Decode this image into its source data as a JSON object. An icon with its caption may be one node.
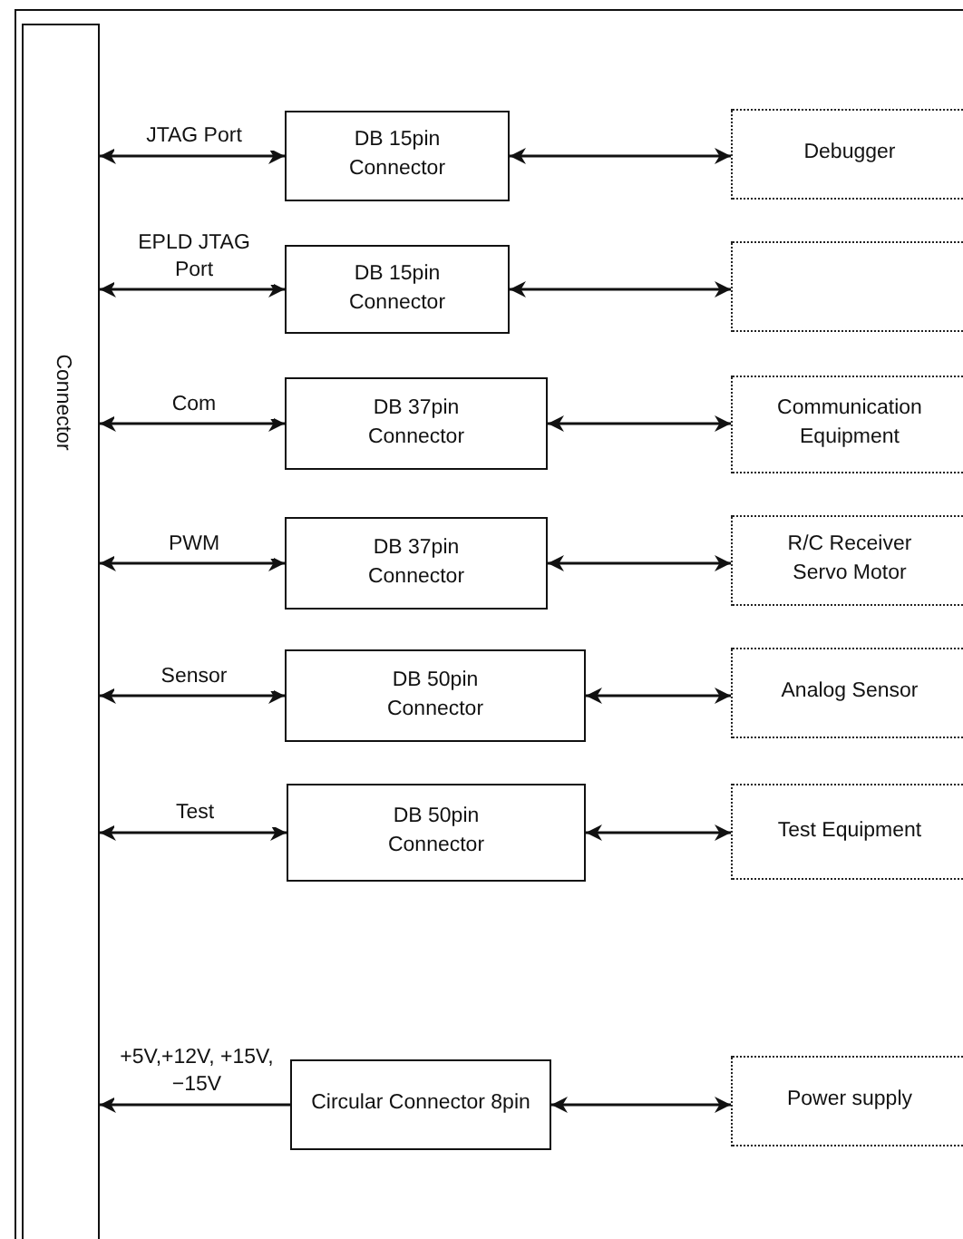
{
  "diagram": {
    "nodes": [
      {
        "text": [
          "Connector"
        ]
      },
      {
        "text": [
          "DB 15pin Connector"
        ]
      },
      {
        "text": [
          "Debugger"
        ]
      },
      {
        "text": [
          "DB 15pin Connector"
        ]
      },
      {
        "text": [],
        "shape": "box"
      },
      {
        "text": [
          "DB 37pin Connector"
        ]
      },
      {
        "text": [
          "Communication Equipment"
        ]
      },
      {
        "text": [
          "DB 37pin Connector"
        ]
      },
      {
        "text": [
          "R/C Receiver Servo Motor"
        ]
      },
      {
        "text": [
          "DB 50pin Connector"
        ]
      },
      {
        "text": [
          "Analog Sensor"
        ]
      },
      {
        "text": [
          "DB 50pin Connector"
        ]
      },
      {
        "text": [
          "Test Equipment"
        ]
      },
      {
        "text": [
          "Circular Connector 8pin"
        ]
      },
      {
        "text": [
          "Power supply"
        ]
      }
    ],
    "edges": [
      {
        "from": 0,
        "to": 1,
        "arrow": "both",
        "label": "JTAG Port"
      },
      {
        "from": 1,
        "to": 2,
        "arrow": "both"
      },
      {
        "from": 0,
        "to": 3,
        "arrow": "both",
        "label": "EPLD JTAG Port"
      },
      {
        "from": 3,
        "to": 4,
        "arrow": "both"
      },
      {
        "from": 0,
        "to": 5,
        "arrow": "both",
        "label": "Com"
      },
      {
        "from": 5,
        "to": 6,
        "arrow": "both"
      },
      {
        "from": 0,
        "to": 7,
        "arrow": "both",
        "label": "PWM"
      },
      {
        "from": 7,
        "to": 8,
        "arrow": "both"
      },
      {
        "from": 0,
        "to": 9,
        "arrow": "both",
        "label": "Sensor"
      },
      {
        "from": 9,
        "to": 10,
        "arrow": "both"
      },
      {
        "from": 0,
        "to": 11,
        "arrow": "both",
        "label": "Test"
      },
      {
        "from": 11,
        "to": 12,
        "arrow": "both"
      },
      {
        "from": 13,
        "to": 0,
        "arrow": "to",
        "label": "+5V,+12V, +15V, −15V"
      },
      {
        "from": 13,
        "to": 14,
        "arrow": "both"
      }
    ]
  }
}
